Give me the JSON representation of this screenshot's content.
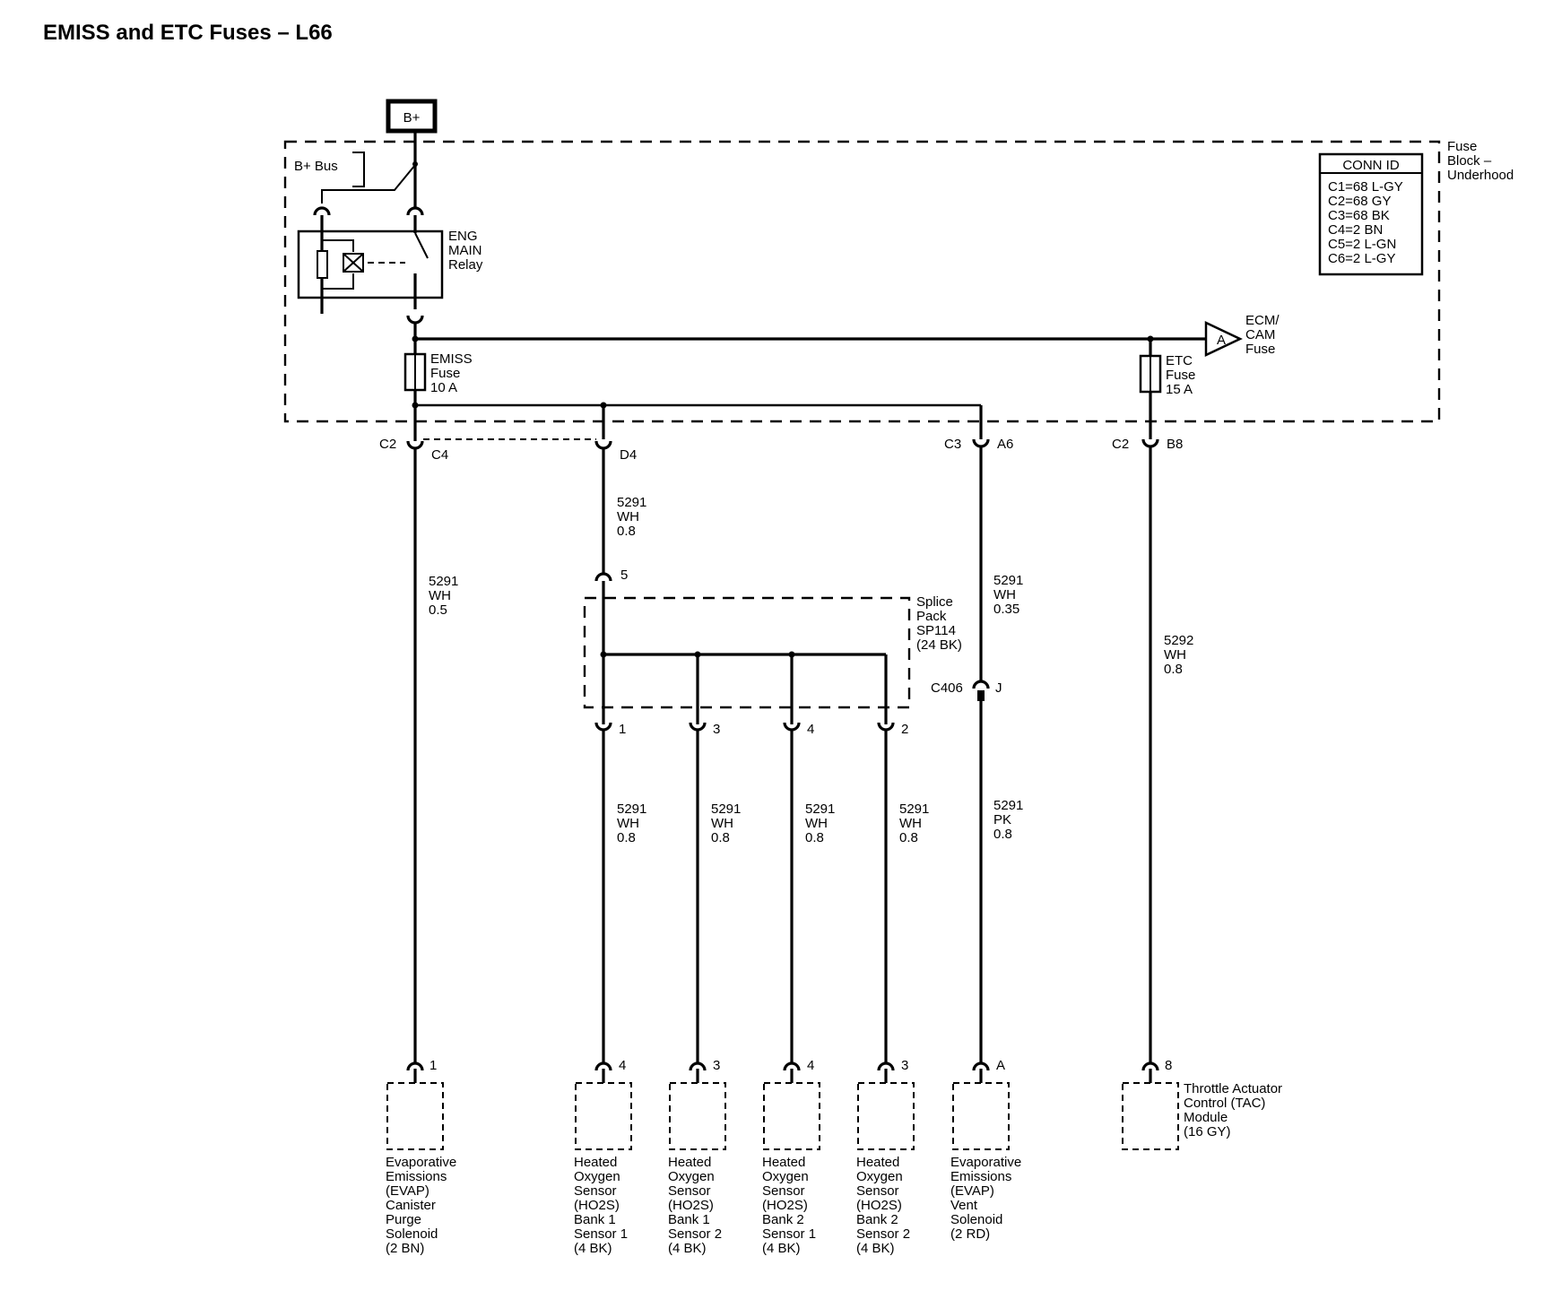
{
  "title": "EMISS and ETC Fuses – L66",
  "power_source": "B+",
  "fuse_block": {
    "name": [
      "Fuse",
      "Block –",
      "Underhood"
    ],
    "bus_label": "B+ Bus",
    "conn_id": {
      "heading": "CONN ID",
      "rows": [
        "C1=68 L-GY",
        "C2=68 GY",
        "C3=68 BK",
        "C4=2 BN",
        "C5=2 L-GN",
        "C6=2 L-GY"
      ]
    },
    "relay": [
      "ENG",
      "MAIN",
      "Relay"
    ],
    "emiss_fuse": [
      "EMISS",
      "Fuse",
      "10 A"
    ],
    "etc_fuse": [
      "ETC",
      "Fuse",
      "15 A"
    ],
    "offpage": {
      "letter": "A",
      "label": [
        "ECM/",
        "CAM",
        "Fuse"
      ]
    }
  },
  "connectors": {
    "c2_c4": {
      "conn": "C2",
      "pin": "C4"
    },
    "d4": {
      "pin": "D4"
    },
    "c3_a6": {
      "conn": "C3",
      "pin": "A6"
    },
    "c2_b8": {
      "conn": "C2",
      "pin": "B8"
    },
    "c406": {
      "conn": "C406",
      "pin": "J"
    }
  },
  "splice": {
    "name": [
      "Splice",
      "Pack",
      "SP114",
      "(24 BK)"
    ],
    "in_pin": "5",
    "out_pins": [
      "1",
      "3",
      "4",
      "2"
    ]
  },
  "wires": {
    "evap_purge": [
      "5291",
      "WH",
      "0.5"
    ],
    "splice_feed": [
      "5291",
      "WH",
      "0.8"
    ],
    "ho2s_b1s1": [
      "5291",
      "WH",
      "0.8"
    ],
    "ho2s_b1s2": [
      "5291",
      "WH",
      "0.8"
    ],
    "ho2s_b2s1": [
      "5291",
      "WH",
      "0.8"
    ],
    "ho2s_b2s2": [
      "5291",
      "WH",
      "0.8"
    ],
    "evap_vent_upper": [
      "5291",
      "WH",
      "0.35"
    ],
    "evap_vent_lower": [
      "5291",
      "PK",
      "0.8"
    ],
    "tac": [
      "5292",
      "WH",
      "0.8"
    ]
  },
  "components": [
    {
      "pin": "1",
      "label": [
        "Evaporative",
        "Emissions",
        "(EVAP)",
        "Canister",
        "Purge",
        "Solenoid",
        "(2 BN)"
      ]
    },
    {
      "pin": "4",
      "label": [
        "Heated",
        "Oxygen",
        "Sensor",
        "(HO2S)",
        "Bank 1",
        "Sensor 1",
        "(4 BK)"
      ]
    },
    {
      "pin": "3",
      "label": [
        "Heated",
        "Oxygen",
        "Sensor",
        "(HO2S)",
        "Bank 1",
        "Sensor 2",
        "(4 BK)"
      ]
    },
    {
      "pin": "4",
      "label": [
        "Heated",
        "Oxygen",
        "Sensor",
        "(HO2S)",
        "Bank 2",
        "Sensor 1",
        "(4 BK)"
      ]
    },
    {
      "pin": "3",
      "label": [
        "Heated",
        "Oxygen",
        "Sensor",
        "(HO2S)",
        "Bank 2",
        "Sensor 2",
        "(4 BK)"
      ]
    },
    {
      "pin": "A",
      "label": [
        "Evaporative",
        "Emissions",
        "(EVAP)",
        "Vent",
        "Solenoid",
        "(2 RD)"
      ]
    },
    {
      "pin": "8",
      "label": [
        "Throttle Actuator",
        "Control (TAC)",
        "Module",
        "(16 GY)"
      ]
    }
  ]
}
